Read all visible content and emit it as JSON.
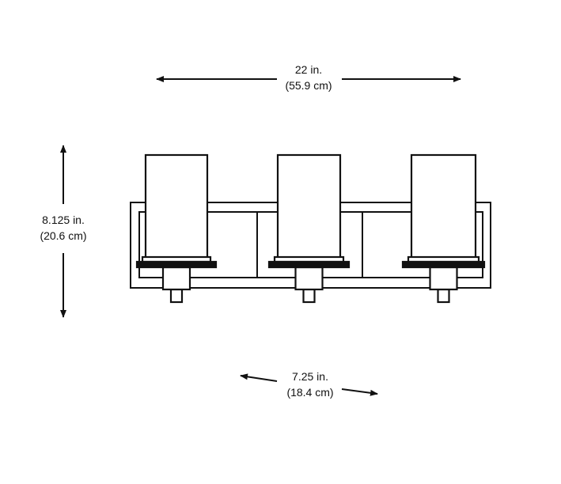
{
  "dimensions": {
    "width": {
      "imperial": "22 in.",
      "metric": "(55.9 cm)"
    },
    "height": {
      "imperial": "8.125 in.",
      "metric": "(20.6 cm)"
    },
    "spacing": {
      "imperial": "7.25 in.",
      "metric": "(18.4 cm)"
    }
  },
  "fixture": {
    "light_count": 3
  }
}
